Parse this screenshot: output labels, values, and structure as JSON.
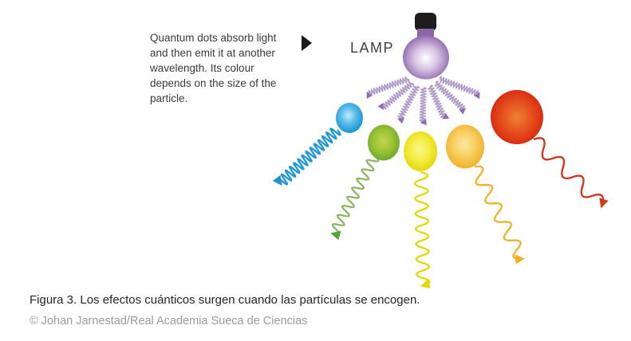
{
  "figure": {
    "annotation_text": "Quantum dots absorb light and then emit it at another wavelength. Its colour depends on the size of the particle.",
    "lamp_label": "LAMP",
    "caption": "Figura 3. Los efectos cuánticos surgen cuando las partículas se encogen.",
    "credit": "© Johan Jarnestad/Real Academia Sueca de Ciencias"
  },
  "diagram": {
    "lamp": {
      "cap_color": "#1d1d1d",
      "bulb_color": "#9a74b4",
      "ray_color": "#b29dc9"
    },
    "quantum_dots": [
      {
        "name": "blue-dot",
        "relative_size": "smallest",
        "color": "#0d8fd0",
        "wave_color": "#2196d2"
      },
      {
        "name": "green-dot",
        "relative_size": "small",
        "color": "#76b82a",
        "wave_color": "#8eb465"
      },
      {
        "name": "yellow-dot",
        "relative_size": "medium",
        "color": "#e8dc00",
        "wave_color": "#e4d70a"
      },
      {
        "name": "orange-dot",
        "relative_size": "large",
        "color": "#f2b53a",
        "wave_color": "#f0b22b"
      },
      {
        "name": "red-dot",
        "relative_size": "largest",
        "color": "#d61f0d",
        "wave_color": "#cf3620"
      }
    ]
  }
}
